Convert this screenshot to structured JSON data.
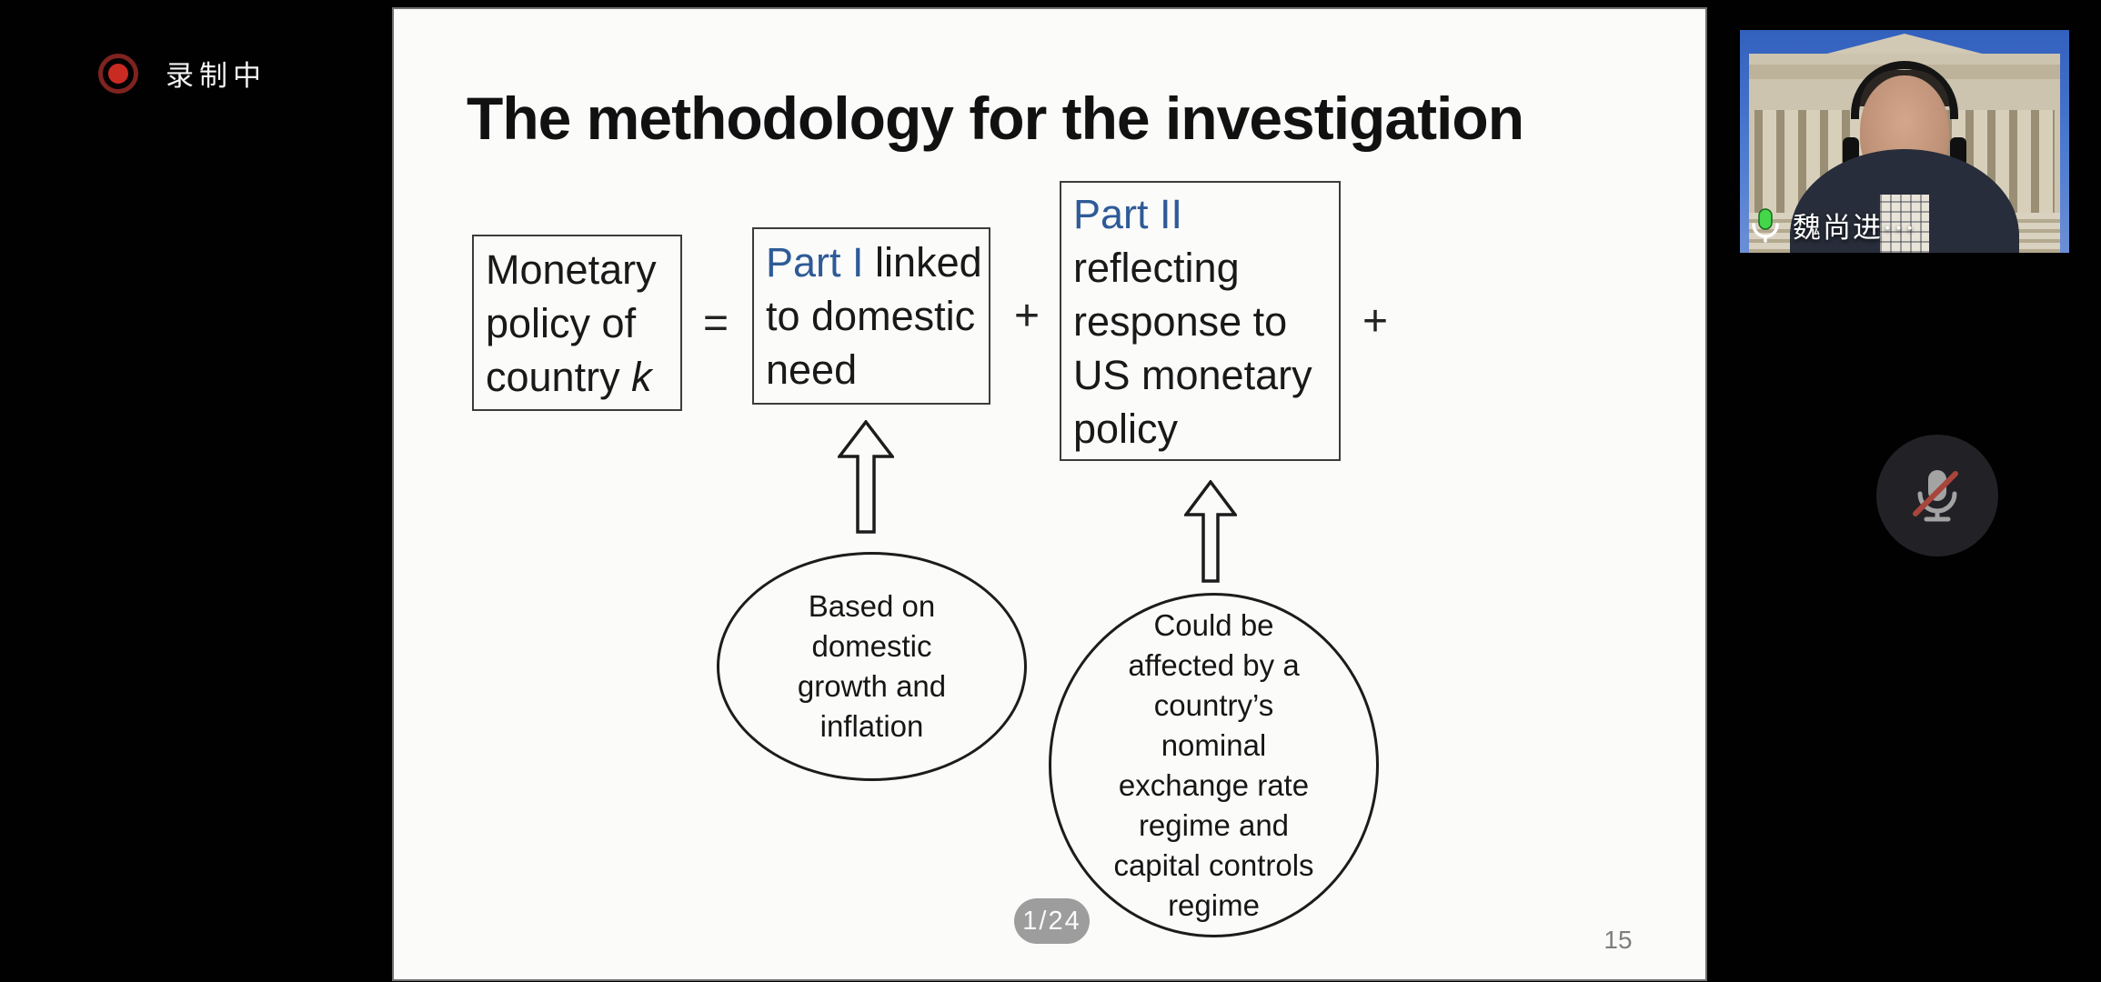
{
  "recording_indicator": {
    "label": "录制中"
  },
  "slide": {
    "title": "The methodology for the investigation",
    "equation": {
      "box1": {
        "line1": "Monetary",
        "line2": "policy of",
        "line3_prefix": "country ",
        "line3_italic": "k"
      },
      "equals_sign": "=",
      "box2": {
        "highlight": "Part I",
        "line1_rest": " linked",
        "line2": "to domestic",
        "line3": "need"
      },
      "plus_sign_1": "+",
      "box3": {
        "highlight": "Part II",
        "line2": "reflecting",
        "line3": "response to",
        "line4": "US monetary",
        "line5": "policy"
      },
      "plus_sign_2": "+"
    },
    "ellipse1": {
      "line1": "Based on",
      "line2": "domestic",
      "line3": "growth and",
      "line4": "inflation"
    },
    "ellipse2": {
      "line1": "Could be",
      "line2": "affected by a",
      "line3": "country’s",
      "line4": "nominal",
      "line5": "exchange rate",
      "line6": "regime and",
      "line7": "capital controls",
      "line8": "regime"
    },
    "page_badge": "1/24",
    "slide_page_number": "15"
  },
  "webcam": {
    "participant_name": "魏尚进···"
  },
  "colors": {
    "accent_blue": "#2e5b97",
    "record_red": "#c92b22",
    "mic_green": "#45d74a",
    "muted_slash_red": "#a8453c",
    "badge_grey": "#9d9d9d"
  }
}
